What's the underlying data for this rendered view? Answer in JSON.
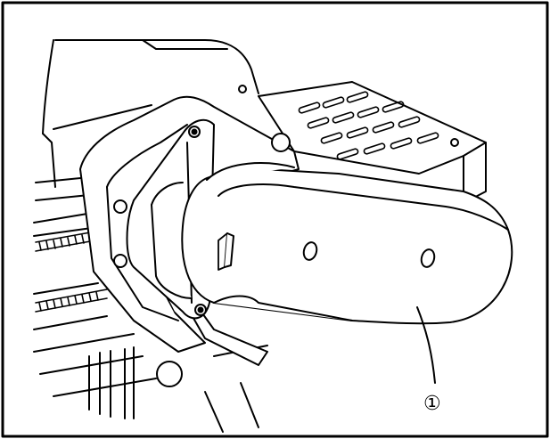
{
  "illustration": {
    "callout": {
      "label": "①"
    },
    "colors": {
      "ink": "#000000",
      "paper": "#ffffff",
      "border": "#000000"
    },
    "icons": [
      "belt-cover",
      "toothed-belt",
      "screw",
      "vent-plate",
      "mounting-bracket"
    ]
  }
}
